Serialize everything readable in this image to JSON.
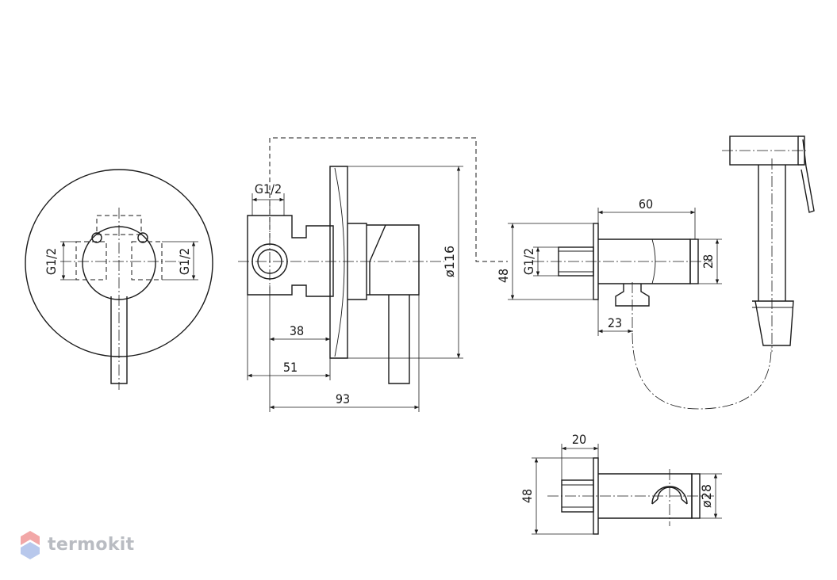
{
  "dimensions": {
    "front_left": "G1/2",
    "front_right": "G1/2",
    "side_top_thread": "G1/2",
    "side_38": "38",
    "side_51": "51",
    "side_93": "93",
    "side_diameter": "ø116",
    "holder_60": "60",
    "holder_48": "48",
    "holder_thread": "G1/2",
    "holder_28": "28",
    "holder_23": "23",
    "bottom_20": "20",
    "bottom_48": "48",
    "bottom_diameter": "ø28"
  },
  "watermark": {
    "brand": "termokit",
    "colors": {
      "top": "#f2a7a7",
      "bottom": "#b8c8ec"
    }
  }
}
